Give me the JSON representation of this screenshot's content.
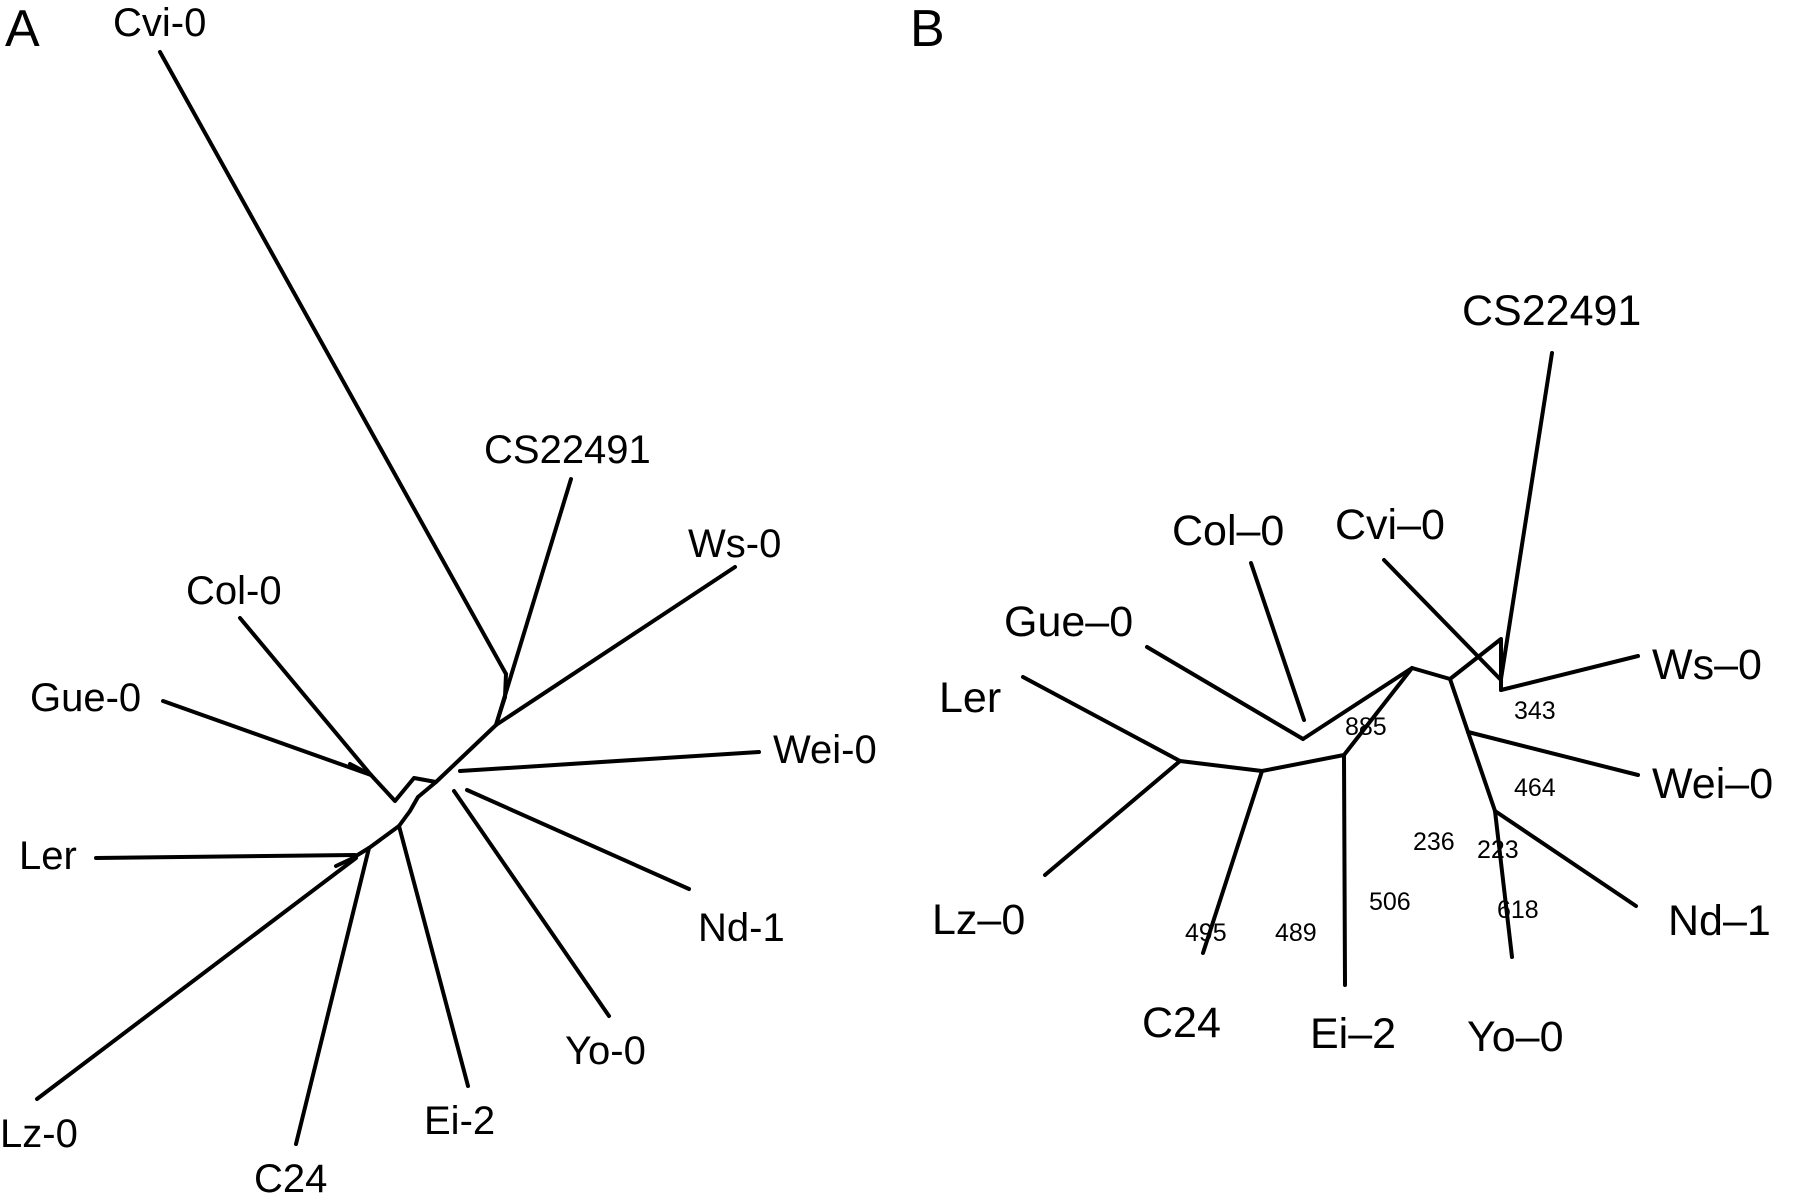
{
  "panel_a": {
    "label": "A",
    "taxa": [
      "Cvi-0",
      "CS22491",
      "Ws-0",
      "Col-0",
      "Gue-0",
      "Wei-0",
      "Ler",
      "Nd-1",
      "Yo-0",
      "Ei-2",
      "Lz-0",
      "C24"
    ]
  },
  "panel_b": {
    "label": "B",
    "taxa": [
      "CS22491",
      "Col–0",
      "Cvi–0",
      "Gue–0",
      "Ws–0",
      "Ler",
      "Wei–0",
      "Nd–1",
      "Lz–0",
      "C24",
      "Ei–2",
      "Yo–0"
    ],
    "bootstrap": [
      "885",
      "343",
      "464",
      "236",
      "223",
      "618",
      "506",
      "495",
      "489"
    ]
  }
}
